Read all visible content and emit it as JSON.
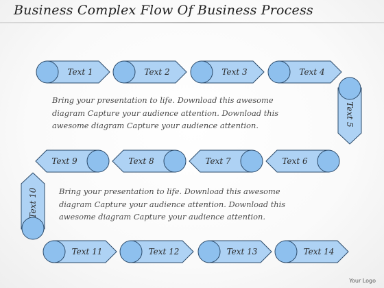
{
  "title": "Business Complex Flow Of Business Process",
  "colors": {
    "fill": "#aed2f4",
    "circle": "#8ec0ee",
    "stroke": "#2b4a6a",
    "rule": "#bdbdbd"
  },
  "steps": {
    "s1": "Text 1",
    "s2": "Text 2",
    "s3": "Text 3",
    "s4": "Text 4",
    "s5": "Text 5",
    "s6": "Text 6",
    "s7": "Text 7",
    "s8": "Text 8",
    "s9": "Text 9",
    "s10": "Text 10",
    "s11": "Text 11",
    "s12": "Text 12",
    "s13": "Text 13",
    "s14": "Text 14"
  },
  "paragraph1": {
    "line1": "Bring your presentation to life. Download this awesome",
    "line2": "diagram Capture your audience attention. Download this",
    "line3": "awesome diagram Capture your audience attention."
  },
  "paragraph2": {
    "line1": "Bring your presentation to life. Download this awesome",
    "line2": "diagram Capture your audience attention. Download this",
    "line3": "awesome diagram Capture your audience attention."
  },
  "logo": "Your Logo"
}
